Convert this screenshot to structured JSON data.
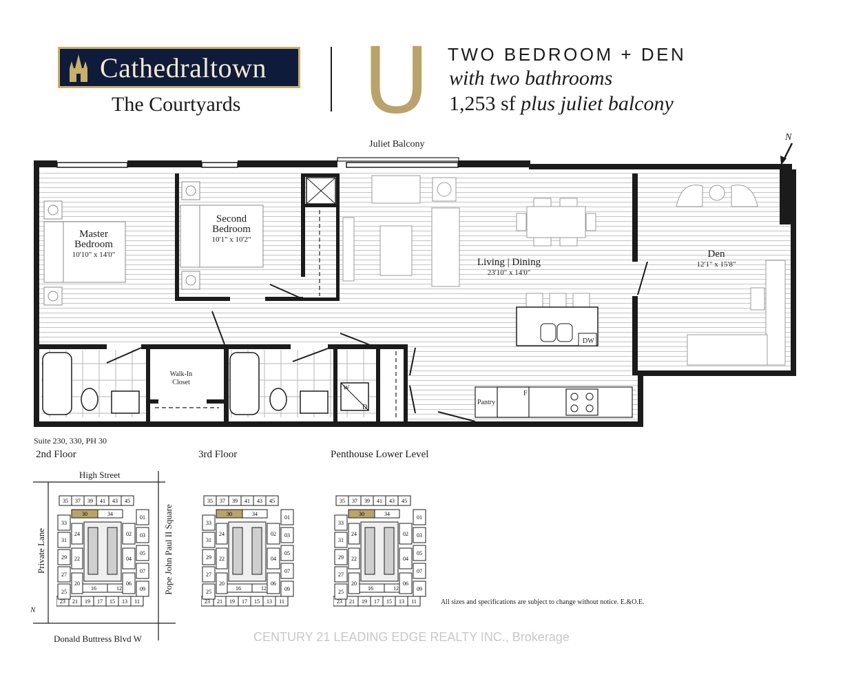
{
  "header": {
    "brand": "Cathedraltown",
    "subtitle": "The Courtyards",
    "unit": "U",
    "line1": "TWO BEDROOM + DEN",
    "line2": "with two bathrooms",
    "line3_size": "1,253 sf",
    "line3_extra": "plus juliet balcony"
  },
  "plan": {
    "juliet_balcony": "Juliet Balcony",
    "north": "N",
    "rooms": {
      "master_name1": "Master",
      "master_name2": "Bedroom",
      "master_dim": "10'10\" x 14'0\"",
      "second_name1": "Second",
      "second_name2": "Bedroom",
      "second_dim": "10'1\" x 10'2\"",
      "living_name": "Living | Dining",
      "living_dim": "23'10\" x 14'0\"",
      "den_name": "Den",
      "den_dim": "12'1\" x 15'8\"",
      "walkin1": "Walk-In",
      "walkin2": "Closet",
      "pantry": "Pantry",
      "dw": "DW",
      "w": "W",
      "d": "D",
      "f": "F"
    }
  },
  "keyplan": {
    "suites": "Suite 230, 330, PH 30",
    "floor2": "2nd Floor",
    "floor3": "3rd Floor",
    "penthouse": "Penthouse Lower Level",
    "high_street": "High Street",
    "private_lane": "Private Lane",
    "pope_square": "Pope John Paul II Square",
    "donald": "Donald Buttress Blvd W",
    "north": "N",
    "top_units": [
      "35",
      "37",
      "39",
      "41",
      "43",
      "45"
    ],
    "bottom_units": [
      "23",
      "21",
      "19",
      "17",
      "15",
      "13",
      "11"
    ],
    "left_units": [
      "33",
      "31",
      "29",
      "27",
      "25"
    ],
    "right_units": [
      "01",
      "03",
      "05",
      "07",
      "09"
    ],
    "inner_left": [
      "24",
      "22",
      "20"
    ],
    "inner_right": [
      "02",
      "04",
      "06"
    ],
    "row_units": [
      "30",
      "34",
      "16",
      "12"
    ]
  },
  "footer": {
    "disclaimer": "All sizes and specifications are subject to change without notice. E.&O.E.",
    "watermark": "CENTURY 21 LEADING EDGE REALTY INC., Brokerage"
  },
  "colors": {
    "gold": "#b9a36a",
    "navy": "#0f1b3a",
    "wall": "#1b1b1b"
  }
}
